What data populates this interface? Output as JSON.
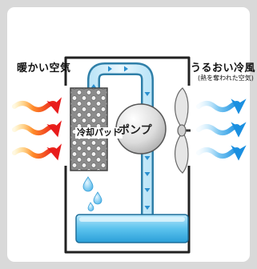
{
  "labels": {
    "warm_air": "暖かい空気",
    "cool_air": "うるおい冷風",
    "cool_air_note": "(熱を奪われた空気)",
    "cooling_pad": "冷却パッド",
    "pump": "ポンプ"
  },
  "icons": {
    "warm_arrows": "wavy-arrow-right-icon",
    "cool_arrows": "wavy-arrow-right-icon",
    "fan": "fan-icon",
    "water_drops": "water-drop-icon",
    "flow_arrows": "arrow-icon"
  },
  "colors": {
    "warm_start": "#ffd23a",
    "warm_mid": "#ff6a2a",
    "warm_end": "#e81c1c",
    "cool_start": "#d6f0ff",
    "cool_end": "#1a8fe0",
    "water": "#5cc3ee",
    "housing_outline": "#222222",
    "pad": "#8a8a8a"
  }
}
